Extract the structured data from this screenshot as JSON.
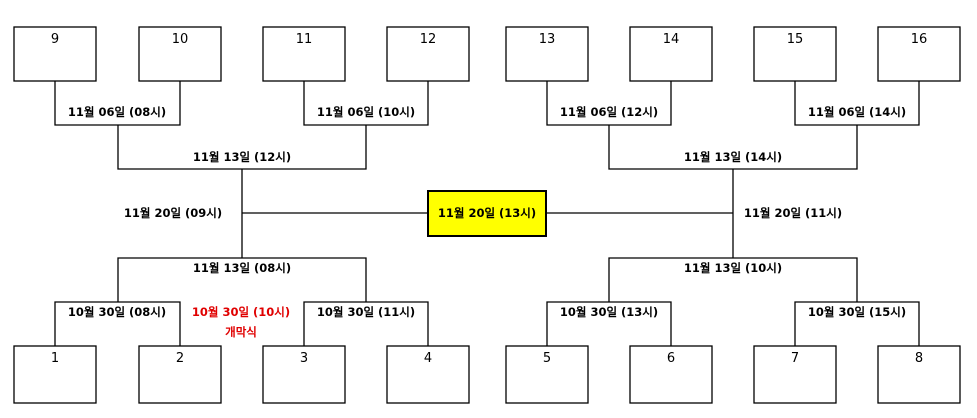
{
  "teams": {
    "t1": "1",
    "t2": "2",
    "t3": "3",
    "t4": "4",
    "t5": "5",
    "t6": "6",
    "t7": "7",
    "t8": "8",
    "t9": "9",
    "t10": "10",
    "t11": "11",
    "t12": "12",
    "t13": "13",
    "t14": "14",
    "t15": "15",
    "t16": "16"
  },
  "round1": {
    "top_9_10": "11월 06일 (08시)",
    "top_11_12": "11월 06일 (10시)",
    "top_13_14": "11월 06일 (12시)",
    "top_15_16": "11월 06일 (14시)",
    "bot_1_2": "10월 30일 (08시)",
    "bot_3_4": "10월 30일 (11시)",
    "bot_5_6": "10월 30일 (13시)",
    "bot_7_8": "10월 30일 (15시)",
    "opening_match": "10월 30일 (10시)",
    "opening_note": "개막식"
  },
  "round2": {
    "top_left": "11월 13일 (12시)",
    "top_right": "11월 13일 (14시)",
    "bot_left": "11월 13일 (08시)",
    "bot_right": "11월 13일 (10시)"
  },
  "semifinal": {
    "left": "11월 20일 (09시)",
    "right": "11월 20일 (11시)"
  },
  "final": {
    "label": "11월 20일 (13시)",
    "highlight_color": "#ffff00"
  }
}
